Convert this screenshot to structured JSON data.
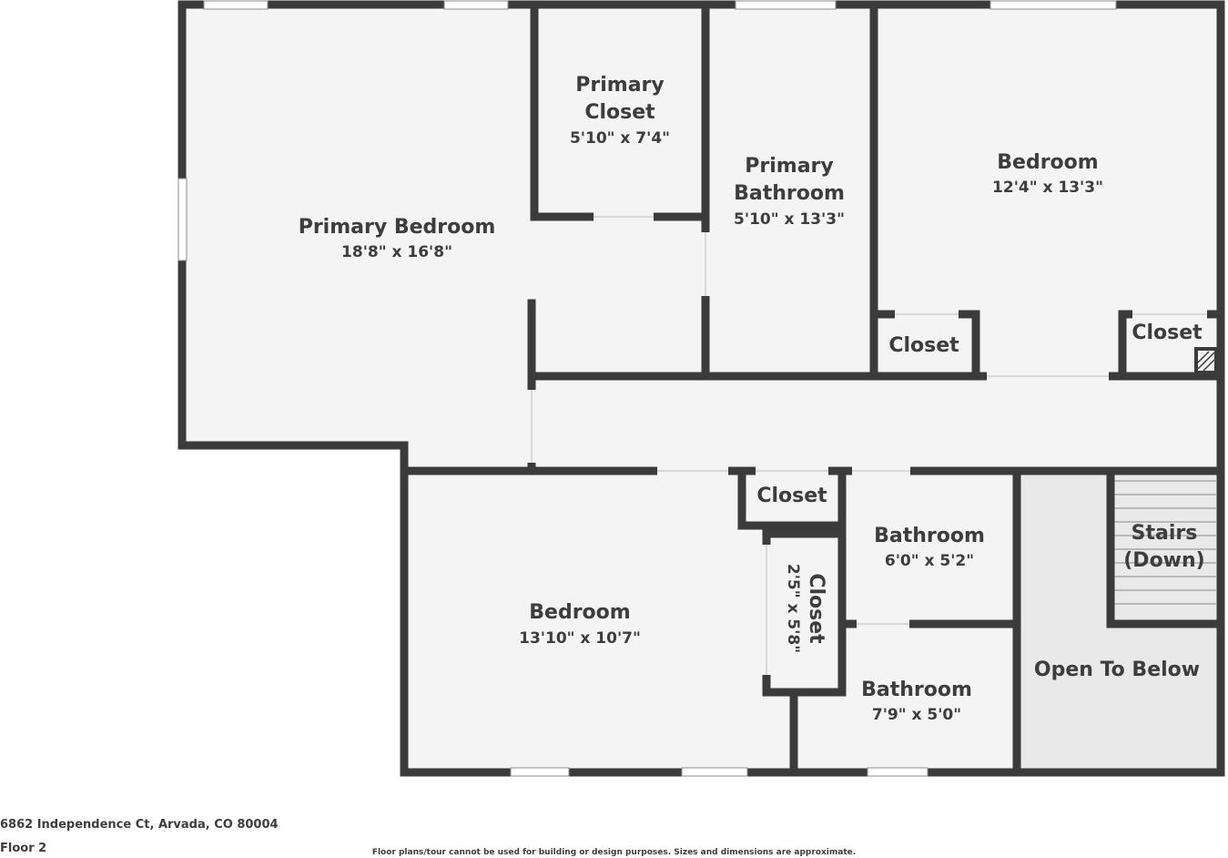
{
  "floor_plan": {
    "rooms": [
      {
        "id": "primary-bedroom",
        "name": "Primary Bedroom",
        "dims": "18'8\" x 16'8\""
      },
      {
        "id": "primary-closet",
        "name": "Primary Closet",
        "dims": "5'10\" x 7'4\""
      },
      {
        "id": "primary-bathroom",
        "name": "Primary Bathroom",
        "dims": "5'10\" x 13'3\""
      },
      {
        "id": "bedroom-ne",
        "name": "Bedroom",
        "dims": "12'4\" x 13'3\""
      },
      {
        "id": "closet-ne-left",
        "name": "Closet",
        "dims": ""
      },
      {
        "id": "closet-ne-right",
        "name": "Closet",
        "dims": ""
      },
      {
        "id": "closet-hall",
        "name": "Closet",
        "dims": ""
      },
      {
        "id": "bedroom-sw",
        "name": "Bedroom",
        "dims": "13'10\" x 10'7\""
      },
      {
        "id": "closet-sw",
        "name": "Closet",
        "dims": "2'5\" x 5'8\""
      },
      {
        "id": "bathroom-upper",
        "name": "Bathroom",
        "dims": "6'0\" x 5'2\""
      },
      {
        "id": "bathroom-lower",
        "name": "Bathroom",
        "dims": "7'9\" x 5'0\""
      },
      {
        "id": "stairs",
        "name": "Stairs (Down)",
        "dims": ""
      },
      {
        "id": "open-below",
        "name": "Open To Below",
        "dims": ""
      }
    ]
  },
  "footer": {
    "address": "6862 Independence Ct, Arvada, CO 80004",
    "floor": "Floor 2",
    "disclaimer": "Floor plans/tour cannot be used for building or design purposes. Sizes and dimensions are approximate."
  }
}
